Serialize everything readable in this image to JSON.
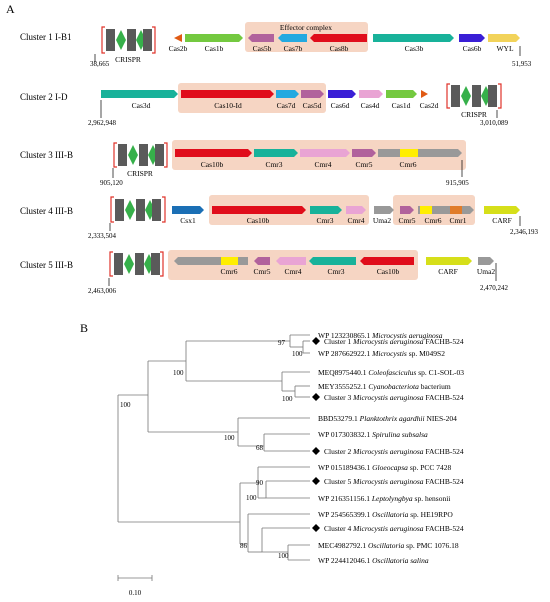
{
  "panel_a_label": "A",
  "panel_b_label": "B",
  "effector_complex_label": "Effector complex",
  "crispr_label": "CRISPR",
  "colors": {
    "crispr_repeat": "#5a5a5a",
    "crispr_spacer": "#36b04a",
    "bracket": "#e0342b",
    "highlight": "#f6d5c3",
    "cas2": "#e05a14",
    "cas1": "#74c940",
    "cas5": "#b1629c",
    "cas7": "#23a9e0",
    "cas8": "#e00d1b",
    "cas3": "#18b29a",
    "cas6": "#3a1fd6",
    "cas4": "#e9a4d4",
    "cas10": "#e00d1b",
    "cmr6_yellow": "#ffee00",
    "wyl": "#f2d35a",
    "csx1": "#1b6fb5",
    "carf": "#d6df1a",
    "gray": "#999999",
    "cmr1_orange": "#e07c2a"
  },
  "clusters": [
    {
      "label": "Cluster 1 I-B1",
      "left_coord": "38,665",
      "right_coord": "51,953",
      "genes": [
        {
          "label": "Cas2b"
        },
        {
          "label": "Cas1b"
        },
        {
          "label": "Cas5b"
        },
        {
          "label": "Cas7b"
        },
        {
          "label": "Cas8b"
        },
        {
          "label": "Cas3b"
        },
        {
          "label": "Cas6b"
        },
        {
          "label": "WYL"
        }
      ]
    },
    {
      "label": "Cluster 2 I-D",
      "left_coord": "2,962,948",
      "right_coord": "3,010,089",
      "genes": [
        {
          "label": "Cas3d"
        },
        {
          "label": "Cas10-Id"
        },
        {
          "label": "Cas7d"
        },
        {
          "label": "Cas5d"
        },
        {
          "label": "Cas6d"
        },
        {
          "label": "Cas4d"
        },
        {
          "label": "Cas1d"
        },
        {
          "label": "Cas2d"
        }
      ]
    },
    {
      "label": "Cluster 3 III-B",
      "left_coord": "905,120",
      "right_coord": "915,905",
      "genes": [
        {
          "label": "Cas10b"
        },
        {
          "label": "Cmr3"
        },
        {
          "label": "Cmr4"
        },
        {
          "label": "Cmr5"
        },
        {
          "label": "Cmr6"
        }
      ]
    },
    {
      "label": "Cluster 4 III-B",
      "left_coord": "2,333,504",
      "right_coord": "2,346,193",
      "genes": [
        {
          "label": "Csx1"
        },
        {
          "label": "Cas10b"
        },
        {
          "label": "Cmr3"
        },
        {
          "label": "Cmr4"
        },
        {
          "label": "Uma2"
        },
        {
          "label": "Cmr5"
        },
        {
          "label": "Cmr6"
        },
        {
          "label": "Cmr1"
        },
        {
          "label": "CARF"
        }
      ]
    },
    {
      "label": "Cluster 5 III-B",
      "left_coord": "2,463,006",
      "right_coord": "2,470,242",
      "genes": [
        {
          "label": "Cmr6"
        },
        {
          "label": "Cmr5"
        },
        {
          "label": "Cmr4"
        },
        {
          "label": "Cmr3"
        },
        {
          "label": "Cas10b"
        },
        {
          "label": "CARF"
        },
        {
          "label": "Uma2"
        }
      ]
    }
  ],
  "tree": {
    "leaves": [
      {
        "acc": "WP 123230865.1",
        "sp": "Microcystis aeruginosa",
        "extra": "",
        "diamond": false
      },
      {
        "acc": "",
        "sp": "Cluster 1",
        "sp2": "Microcystis aeruginosa",
        "extra": "FACHB-524",
        "diamond": true
      },
      {
        "acc": "WP 287662922.1",
        "sp": "Microcystis",
        "extra": "sp. M049S2",
        "diamond": false
      },
      {
        "acc": "MEQ8975440.1",
        "sp": "Coleofasciculus",
        "extra": "sp. C1-SOL-03",
        "diamond": false
      },
      {
        "acc": "MEY3555252.1",
        "sp": "Cyanobacteriota",
        "extra": "bacterium",
        "diamond": false
      },
      {
        "acc": "",
        "sp": "Cluster 3",
        "sp2": "Microcystis aeruginosa",
        "extra": "FACHB-524",
        "diamond": true
      },
      {
        "acc": "BBD53279.1",
        "sp": "Planktothrix agardhii",
        "extra": "NIES-204",
        "diamond": false
      },
      {
        "acc": "WP 017303832.1",
        "sp": "Spirulina subsalsa",
        "extra": "",
        "diamond": false
      },
      {
        "acc": "",
        "sp": "Cluster 2",
        "sp2": "Microcystis aeruginosa",
        "extra": "FACHB-524",
        "diamond": true
      },
      {
        "acc": "WP 015189436.1",
        "sp": "Gloeocapsa",
        "extra": "sp. PCC 7428",
        "diamond": false
      },
      {
        "acc": "",
        "sp": "Cluster 5",
        "sp2": "Microcystis aeruginosa",
        "extra": "FACHB-524",
        "diamond": true
      },
      {
        "acc": "WP 216351156.1",
        "sp": "Leptolyngbya",
        "extra": "sp. hensonii",
        "diamond": false
      },
      {
        "acc": "WP 254565399.1",
        "sp": "Oscillatoria",
        "extra": "sp. HE19RPO",
        "diamond": false
      },
      {
        "acc": "",
        "sp": "Cluster 4",
        "sp2": "Microcystis aeruginosa",
        "extra": "FACHB-524",
        "diamond": true
      },
      {
        "acc": "MEC4982792.1",
        "sp": "Oscillatoria",
        "extra": "sp. PMC 1076.18",
        "diamond": false
      },
      {
        "acc": "WP 224412046.1",
        "sp": "Oscillatoria salina",
        "extra": "",
        "diamond": false
      }
    ],
    "bootstrap": [
      "97",
      "100",
      "100",
      "100",
      "100",
      "100",
      "68",
      "90",
      "100",
      "86",
      "100"
    ],
    "scale_label": "0.10"
  }
}
